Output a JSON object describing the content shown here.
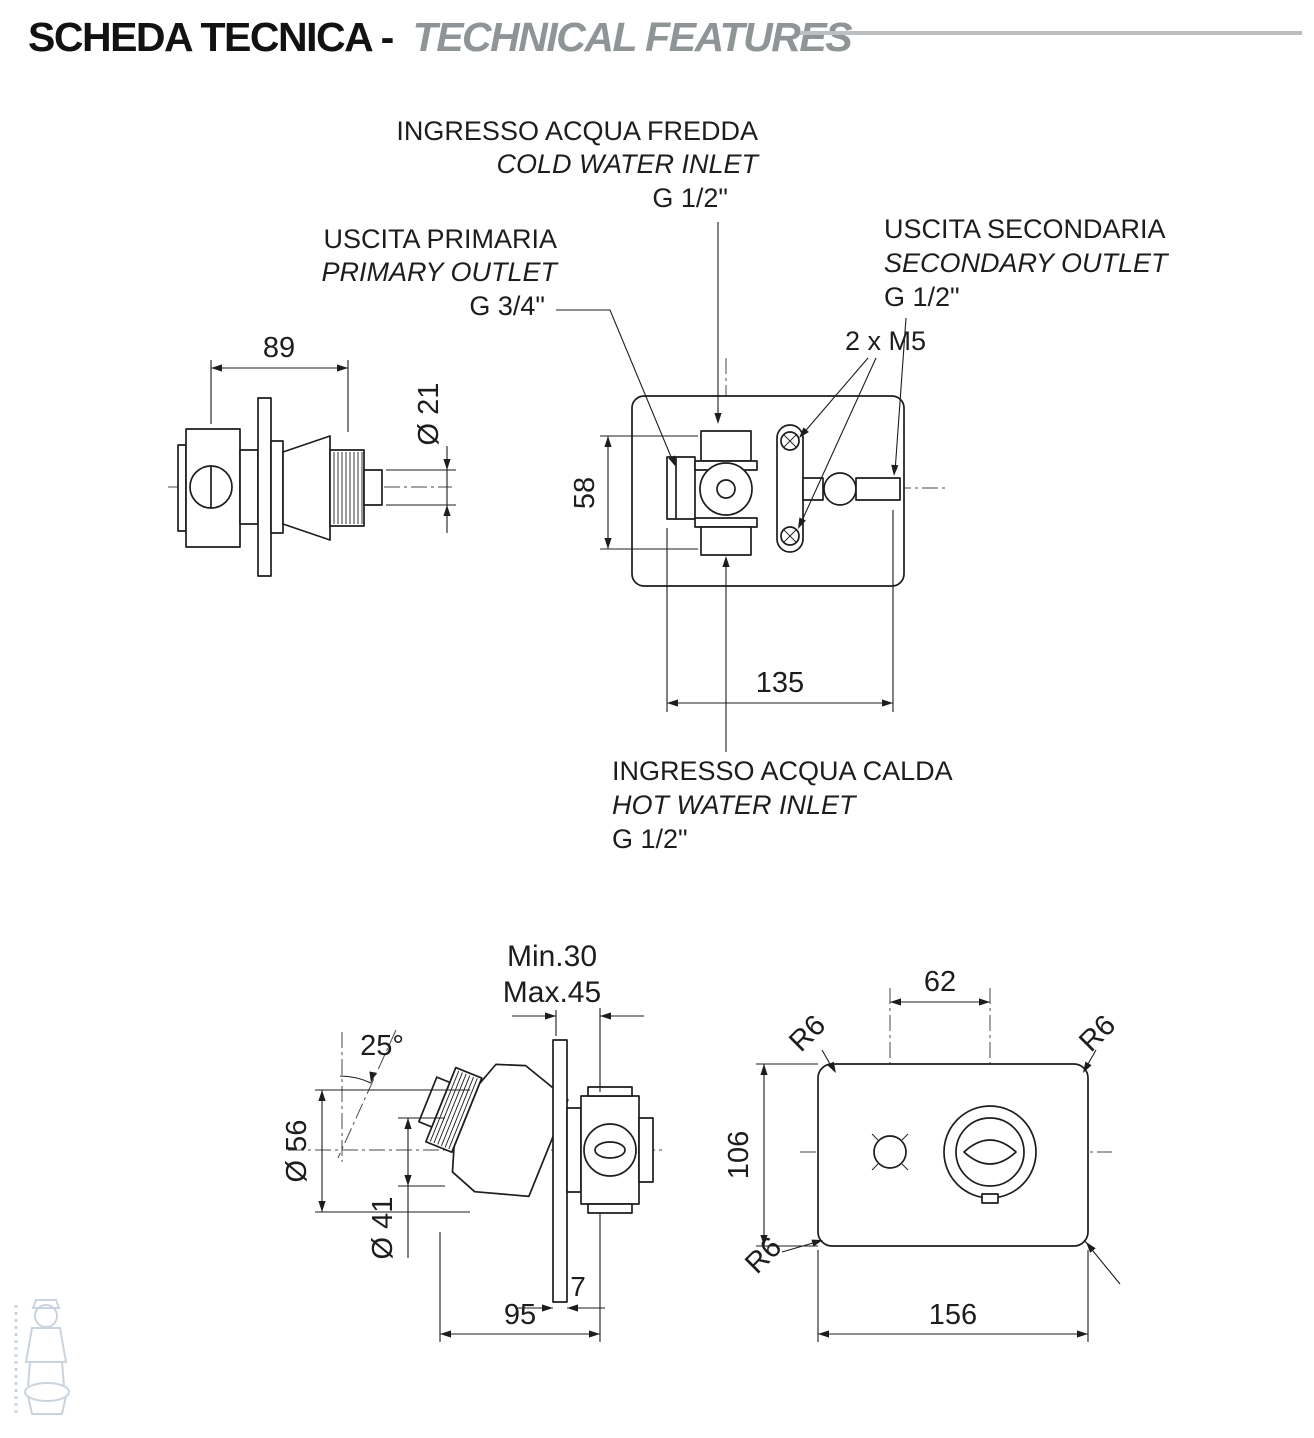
{
  "header": {
    "title": "SCHEDA TECNICA -",
    "subtitle": "TECHNICAL FEATURES"
  },
  "labels": {
    "cold_water": {
      "l1": "INGRESSO ACQUA FREDDA",
      "l2": "COLD WATER INLET",
      "l3": "G 1/2\""
    },
    "primary_outlet": {
      "l1": "USCITA PRIMARIA",
      "l2": "PRIMARY OUTLET",
      "l3": "G 3/4\""
    },
    "secondary_outlet": {
      "l1": "USCITA SECONDARIA",
      "l2": "SECONDARY OUTLET",
      "l3": "G 1/2\""
    },
    "hot_water": {
      "l1": "INGRESSO ACQUA CALDA",
      "l2": "HOT WATER INLET",
      "l3": "G 1/2\""
    },
    "screws": "2 x M5"
  },
  "dims": {
    "d89": "89",
    "d21": "Ø 21",
    "d58": "58",
    "d135": "135",
    "min30": "Min.30",
    "max45": "Max.45",
    "a25": "25°",
    "d56": "Ø 56",
    "d41": "Ø 41",
    "d7": "7",
    "d95": "95",
    "d62": "62",
    "r6_tl": "R6",
    "r6_tr": "R6",
    "r6_bl": "R6",
    "d106": "106",
    "d156": "156"
  },
  "colors": {
    "ink": "#1d1d1d",
    "muted": "#8f9496",
    "rule": "#bcbfc1",
    "watermark": "#94aabe"
  }
}
